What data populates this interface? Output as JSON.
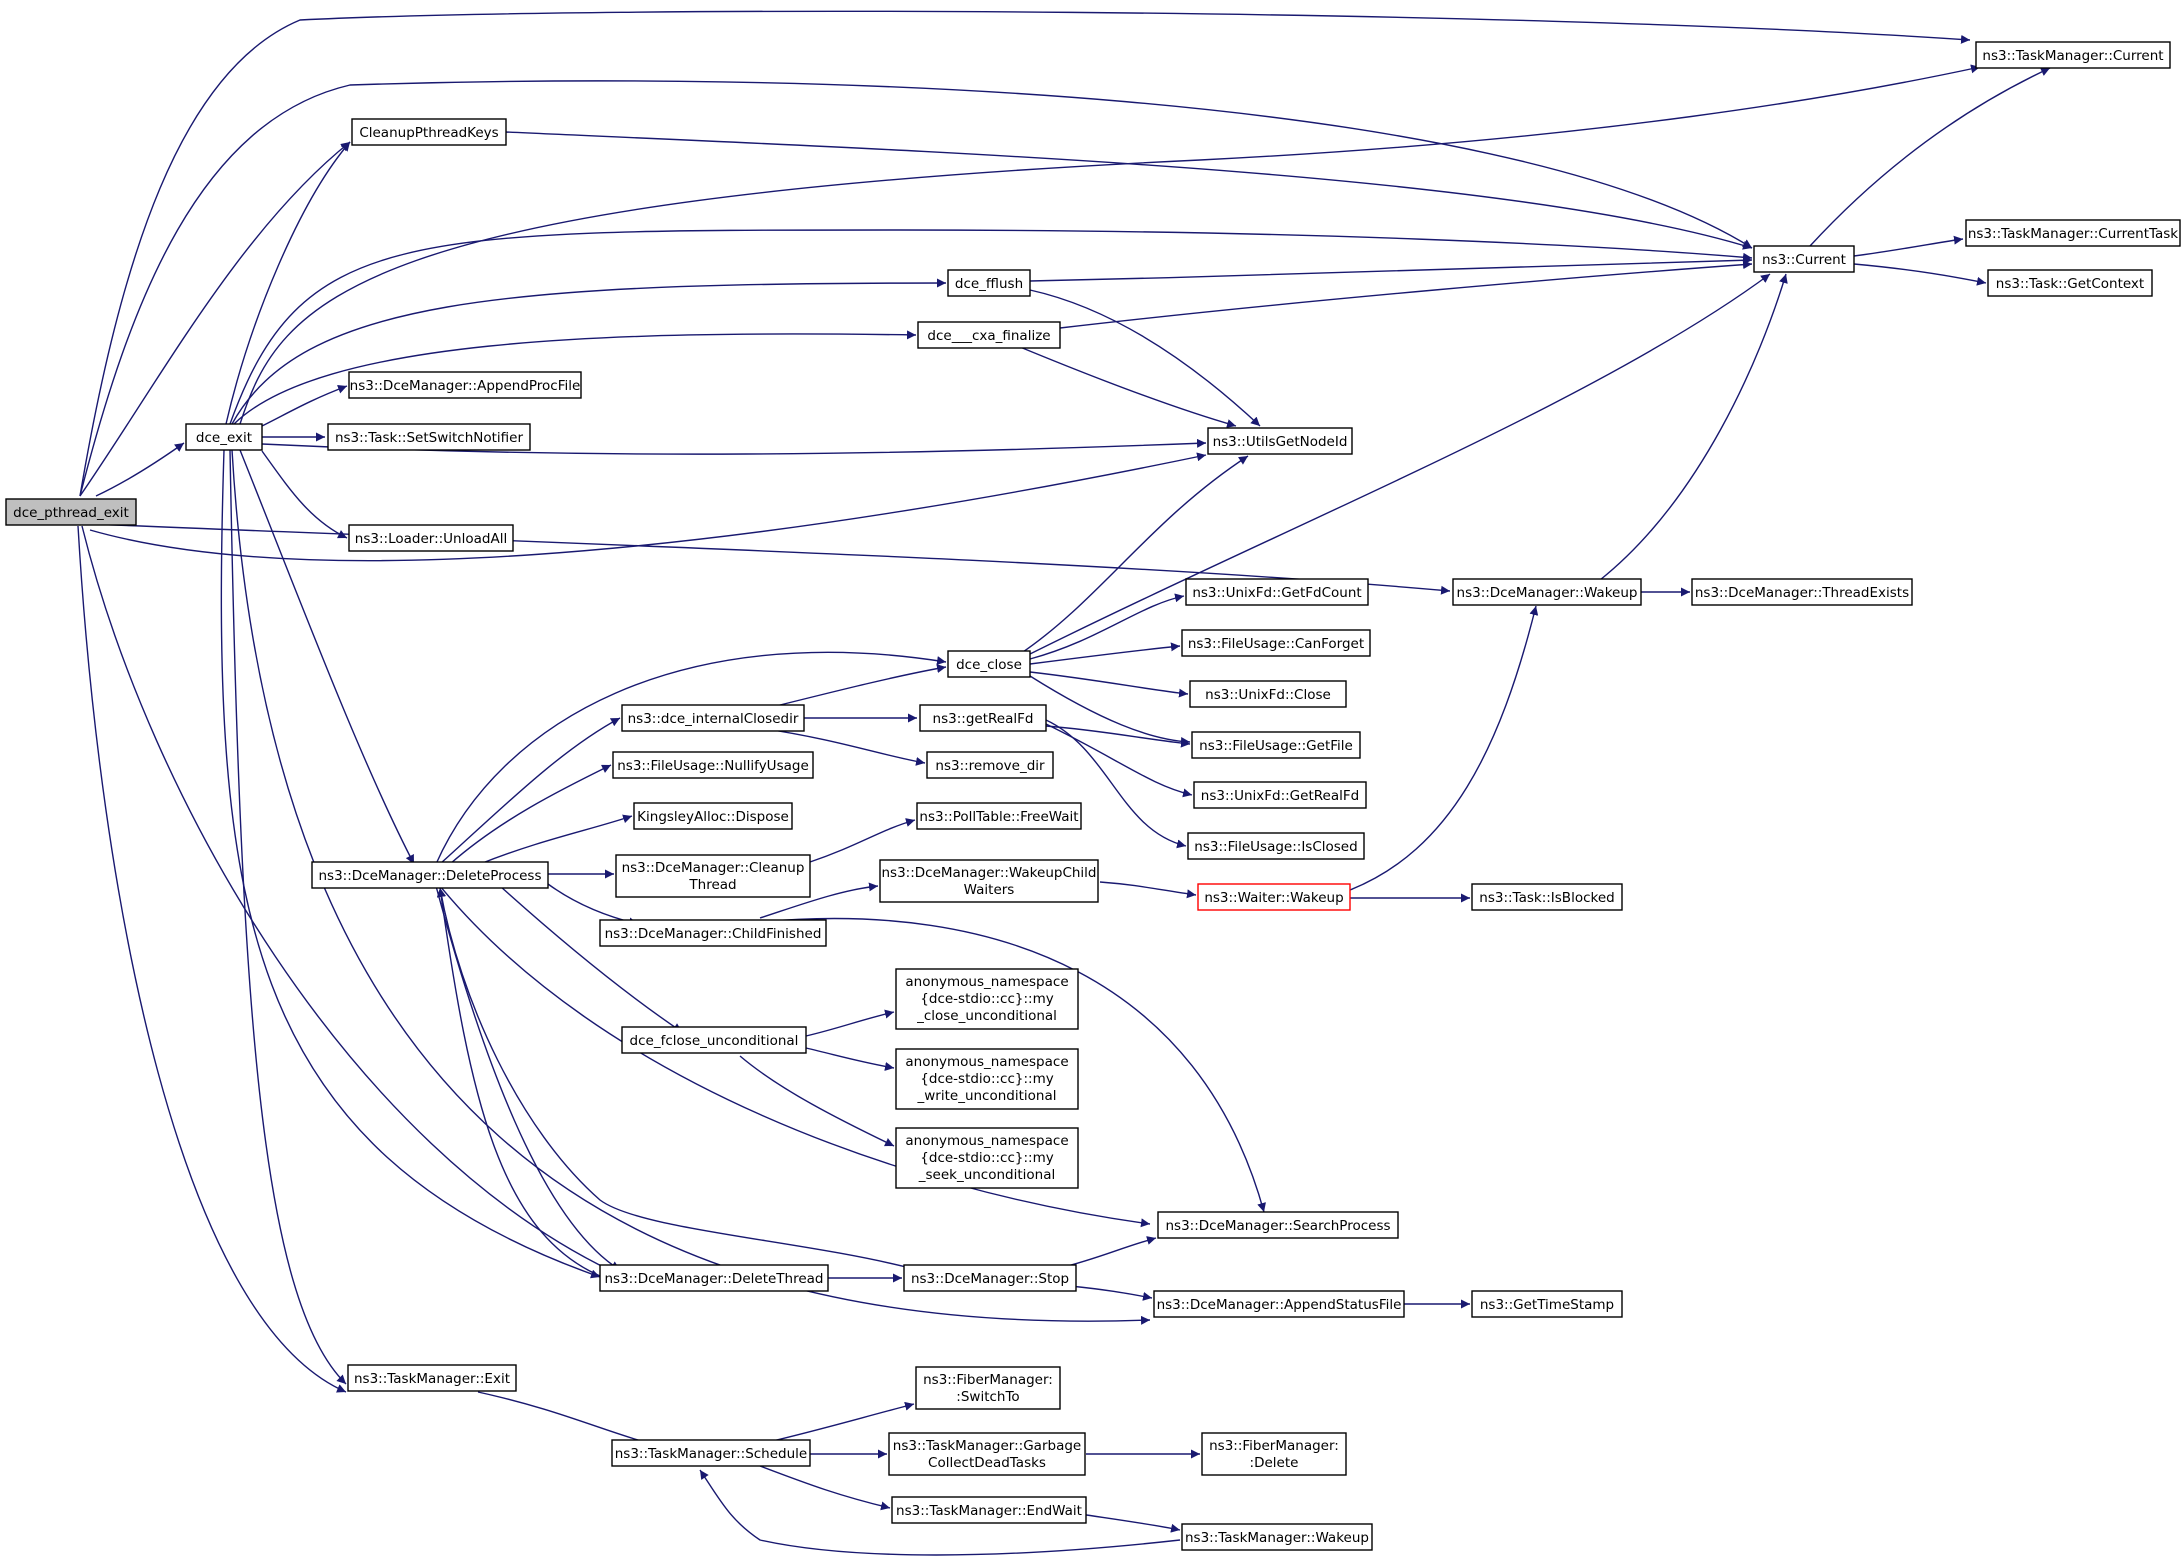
{
  "colors": {
    "edge": "#191970",
    "root_fill": "#bfbfbf",
    "incomplete_border": "#ff0000"
  },
  "nodes": {
    "n_dce_pthread_exit": {
      "lines": [
        "dce_pthread_exit"
      ]
    },
    "n_dce_exit": {
      "lines": [
        "dce_exit"
      ]
    },
    "n_cleanup_pthread_keys": {
      "lines": [
        "CleanupPthreadKeys"
      ]
    },
    "n_tm_current": {
      "lines": [
        "ns3::TaskManager::Current"
      ]
    },
    "n_ns3_current": {
      "lines": [
        "ns3::Current"
      ]
    },
    "n_tm_current_task": {
      "lines": [
        "ns3::TaskManager::CurrentTask"
      ]
    },
    "n_task_get_context": {
      "lines": [
        "ns3::Task::GetContext"
      ]
    },
    "n_dce_fflush": {
      "lines": [
        "dce_fflush"
      ]
    },
    "n_dce_cxa_finalize": {
      "lines": [
        "dce___cxa_finalize"
      ]
    },
    "n_append_proc_file": {
      "lines": [
        "ns3::DceManager::AppendProcFile"
      ]
    },
    "n_set_switch_notifier": {
      "lines": [
        "ns3::Task::SetSwitchNotifier"
      ]
    },
    "n_utils_get_node_id": {
      "lines": [
        "ns3::UtilsGetNodeId"
      ]
    },
    "n_loader_unload_all": {
      "lines": [
        "ns3::Loader::UnloadAll"
      ]
    },
    "n_dm_wakeup": {
      "lines": [
        "ns3::DceManager::Wakeup"
      ]
    },
    "n_thread_exists": {
      "lines": [
        "ns3::DceManager::ThreadExists"
      ]
    },
    "n_unixfd_get_fd_count": {
      "lines": [
        "ns3::UnixFd::GetFdCount"
      ]
    },
    "n_dce_close": {
      "lines": [
        "dce_close"
      ]
    },
    "n_file_usage_can_forget": {
      "lines": [
        "ns3::FileUsage::CanForget"
      ]
    },
    "n_unixfd_close": {
      "lines": [
        "ns3::UnixFd::Close"
      ]
    },
    "n_dce_internal_closedir": {
      "lines": [
        "ns3::dce_internalClosedir"
      ]
    },
    "n_get_real_fd": {
      "lines": [
        "ns3::getRealFd"
      ]
    },
    "n_file_usage_get_file": {
      "lines": [
        "ns3::FileUsage::GetFile"
      ]
    },
    "n_file_usage_nullify": {
      "lines": [
        "ns3::FileUsage::NullifyUsage"
      ]
    },
    "n_remove_dir": {
      "lines": [
        "ns3::remove_dir"
      ]
    },
    "n_unixfd_get_real_fd": {
      "lines": [
        "ns3::UnixFd::GetRealFd"
      ]
    },
    "n_kingsley_dispose": {
      "lines": [
        "KingsleyAlloc::Dispose"
      ]
    },
    "n_poll_table_free_wait": {
      "lines": [
        "ns3::PollTable::FreeWait"
      ]
    },
    "n_file_usage_is_closed": {
      "lines": [
        "ns3::FileUsage::IsClosed"
      ]
    },
    "n_delete_process": {
      "lines": [
        "ns3::DceManager::DeleteProcess"
      ]
    },
    "n_cleanup_thread": {
      "lines": [
        "ns3::DceManager::Cleanup",
        "Thread"
      ]
    },
    "n_wakeup_child_waiters": {
      "lines": [
        "ns3::DceManager::WakeupChild",
        "Waiters"
      ]
    },
    "n_waiter_wakeup": {
      "lines": [
        "ns3::Waiter::Wakeup"
      ]
    },
    "n_task_is_blocked": {
      "lines": [
        "ns3::Task::IsBlocked"
      ]
    },
    "n_child_finished": {
      "lines": [
        "ns3::DceManager::ChildFinished"
      ]
    },
    "n_my_close_unconditional": {
      "lines": [
        "anonymous_namespace",
        "{dce-stdio::cc}::my",
        "_close_unconditional"
      ]
    },
    "n_dce_fclose_unconditional": {
      "lines": [
        "dce_fclose_unconditional"
      ]
    },
    "n_my_write_unconditional": {
      "lines": [
        "anonymous_namespace",
        "{dce-stdio::cc}::my",
        "_write_unconditional"
      ]
    },
    "n_my_seek_unconditional": {
      "lines": [
        "anonymous_namespace",
        "{dce-stdio::cc}::my",
        "_seek_unconditional"
      ]
    },
    "n_search_process": {
      "lines": [
        "ns3::DceManager::SearchProcess"
      ]
    },
    "n_delete_thread": {
      "lines": [
        "ns3::DceManager::DeleteThread"
      ]
    },
    "n_dm_stop": {
      "lines": [
        "ns3::DceManager::Stop"
      ]
    },
    "n_append_status_file": {
      "lines": [
        "ns3::DceManager::AppendStatusFile"
      ]
    },
    "n_get_time_stamp": {
      "lines": [
        "ns3::GetTimeStamp"
      ]
    },
    "n_tm_exit": {
      "lines": [
        "ns3::TaskManager::Exit"
      ]
    },
    "n_fiber_switch_to": {
      "lines": [
        "ns3::FiberManager:",
        ":SwitchTo"
      ]
    },
    "n_tm_schedule": {
      "lines": [
        "ns3::TaskManager::Schedule"
      ]
    },
    "n_tm_garbage_collect": {
      "lines": [
        "ns3::TaskManager::Garbage",
        "CollectDeadTasks"
      ]
    },
    "n_fiber_delete": {
      "lines": [
        "ns3::FiberManager:",
        ":Delete"
      ]
    },
    "n_tm_end_wait": {
      "lines": [
        "ns3::TaskManager::EndWait"
      ]
    },
    "n_tm_wakeup": {
      "lines": [
        "ns3::TaskManager::Wakeup"
      ]
    }
  }
}
